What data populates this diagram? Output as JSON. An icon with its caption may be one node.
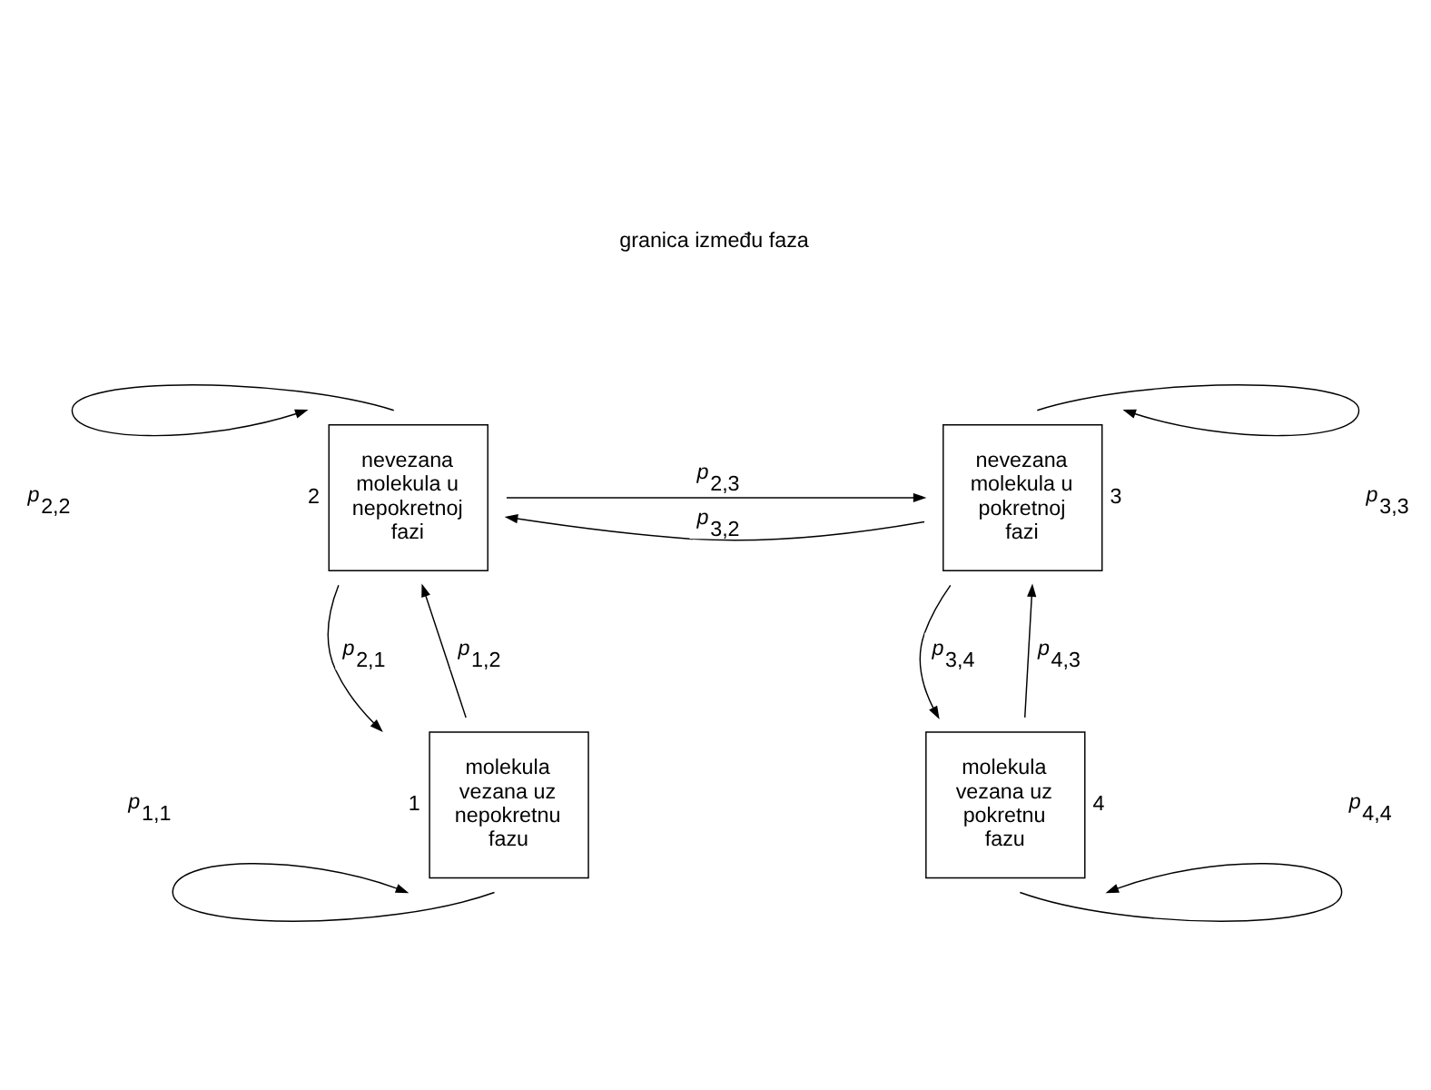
{
  "diagram": {
    "nodes": [
      {
        "text": [
          "nevezana molekula u nepokretnoj fazi"
        ],
        "beside": [
          "2"
        ]
      },
      {
        "text": [
          "nevezana molekula u pokretnoj fazi"
        ],
        "beside": [
          "3"
        ]
      },
      {
        "text": [
          "molekula vezana uz nepokretnu fazu"
        ],
        "beside": [
          "1"
        ]
      },
      {
        "text": [
          "molekula vezana uz pokretnu fazu"
        ],
        "beside": [
          "4"
        ]
      }
    ],
    "edges": [
      {
        "from": 0,
        "to": 0,
        "arrow": "to",
        "label": "*p*$_{2,2}$"
      },
      {
        "from": 1,
        "to": 1,
        "arrow": "to",
        "label": "*p*$_{3,3}$"
      },
      {
        "from": 0,
        "to": 1,
        "arrow": "to",
        "label": "*p*$_{2,3}$"
      },
      {
        "from": 1,
        "to": 0,
        "arrow": "to",
        "label": "*p*$_{3,2}$"
      },
      {
        "from": 2,
        "to": 0,
        "arrow": "to",
        "label": "*p*$_{1,2}$"
      },
      {
        "from": 0,
        "to": 2,
        "arrow": "to",
        "label": "*p*$_{2,1}$"
      },
      {
        "from": 3,
        "to": 1,
        "arrow": "to",
        "label": "*p*$_{4,3}$"
      },
      {
        "from": 1,
        "to": 3,
        "arrow": "to",
        "label": "*p*$_{3,4}$"
      },
      {
        "from": 2,
        "to": 2,
        "arrow": "to",
        "label": "*p*$_{1,1}$"
      },
      {
        "from": 3,
        "to": 3,
        "arrow": "to",
        "label": "*p*$_{4,4}$"
      }
    ],
    "labels": [
      "granica između faza"
    ]
  }
}
